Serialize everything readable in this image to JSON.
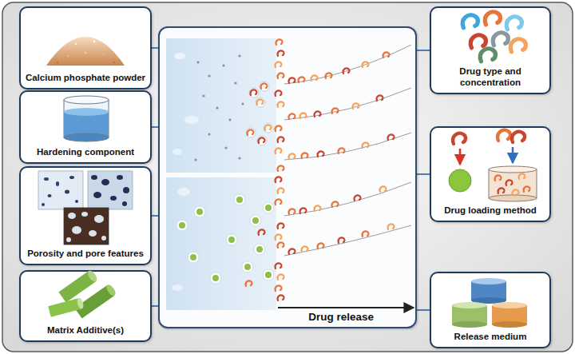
{
  "diagram": {
    "nodes": [
      {
        "text": [
          "Calcium phosphate powder"
        ]
      },
      {
        "text": [
          "Hardening component"
        ]
      },
      {
        "text": [
          "Porosity and pore features"
        ]
      },
      {
        "text": [
          "Matrix Additive(s)"
        ]
      },
      {
        "text": [
          "Drug release"
        ]
      },
      {
        "text": [
          "Drug type and concentration"
        ]
      },
      {
        "text": [
          "Drug loading method"
        ]
      },
      {
        "text": [
          "Release medium"
        ]
      }
    ],
    "edges": [
      {
        "from": 0,
        "to": 4,
        "arrow": "none"
      },
      {
        "from": 1,
        "to": 4,
        "arrow": "none"
      },
      {
        "from": 2,
        "to": 4,
        "arrow": "none"
      },
      {
        "from": 3,
        "to": 4,
        "arrow": "none"
      },
      {
        "from": 5,
        "to": 4,
        "arrow": "none"
      },
      {
        "from": 6,
        "to": 4,
        "arrow": "none"
      },
      {
        "from": 7,
        "to": 4,
        "arrow": "none"
      }
    ]
  }
}
